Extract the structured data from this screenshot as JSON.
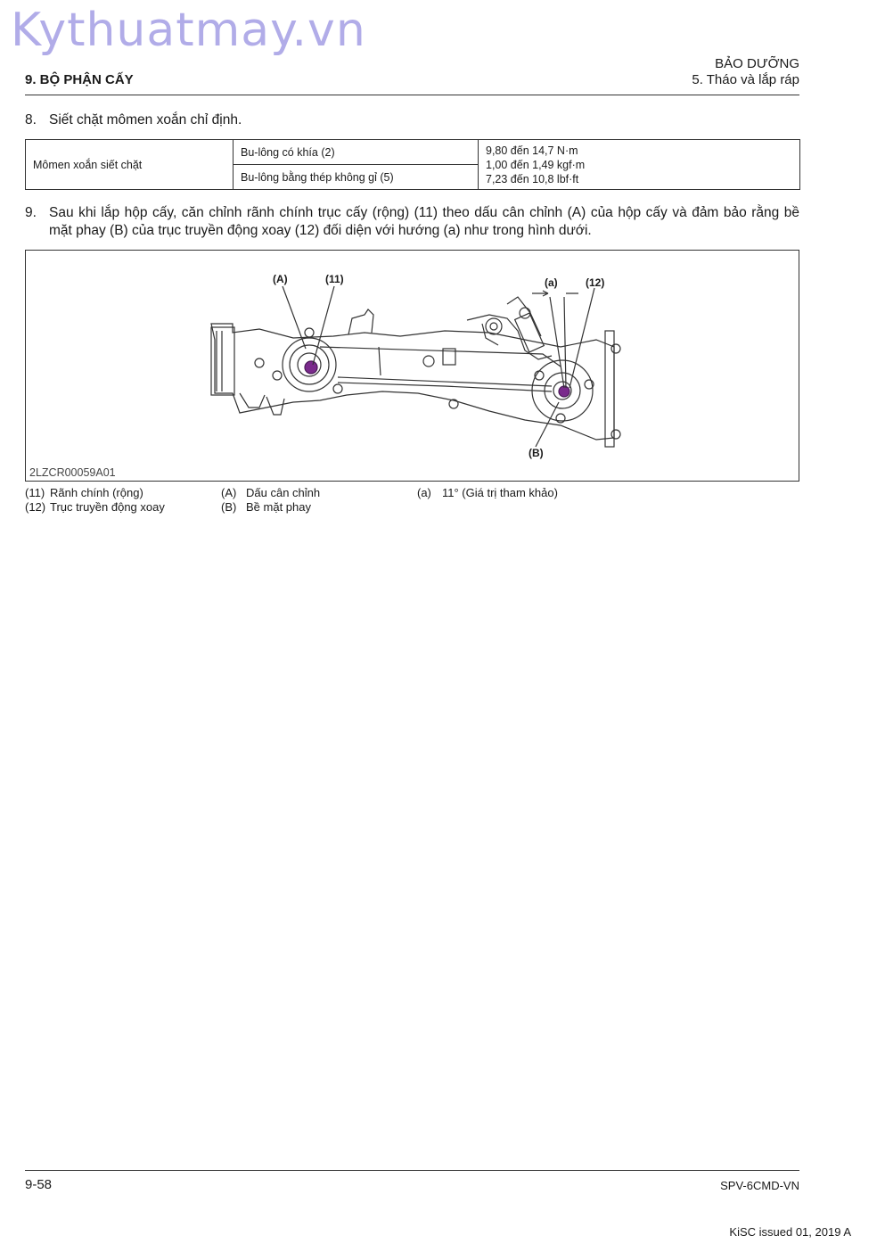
{
  "watermark": "Kythuatmay.vn",
  "header": {
    "section": "9. BỘ PHẬN CẤY",
    "chapter": "BẢO DƯỠNG",
    "subchapter": "5. Tháo và lắp ráp"
  },
  "step8": {
    "num": "8.",
    "text": "Siết chặt mômen xoắn chỉ định."
  },
  "torque_table": {
    "label": "Mômen xoắn siết chặt",
    "rows": [
      "Bu-lông có khía (2)",
      "Bu-lông bằng thép không gỉ (5)"
    ],
    "values": [
      "9,80 đến 14,7 N·m",
      "1,00 đến 1,49 kgf·m",
      "7,23 đến 10,8 lbf·ft"
    ]
  },
  "step9": {
    "num": "9.",
    "text": "Sau khi lắp hộp cấy, căn chỉnh rãnh chính trục cấy (rộng) (11) theo dấu cân chỉnh (A) của hộp cấy và đảm bảo rằng bề mặt phay (B) của trục truyền động xoay (12) đối diện với hướng (a) như trong hình dưới."
  },
  "figure": {
    "code": "2LZCR00059A01",
    "callouts": {
      "A": "(A)",
      "n11": "(11)",
      "a": "(a)",
      "n12": "(12)",
      "B": "(B)"
    }
  },
  "legend": {
    "col1": [
      {
        "k": "(11)",
        "v": "Rãnh chính (rộng)"
      },
      {
        "k": "(12)",
        "v": "Trục truyền động xoay"
      }
    ],
    "col2": [
      {
        "k": "(A)",
        "v": "Dấu cân chỉnh"
      },
      {
        "k": "(B)",
        "v": "Bề mặt phay"
      }
    ],
    "col3": [
      {
        "k": "(a)",
        "v": "11° (Giá trị tham khảo)"
      }
    ]
  },
  "footer": {
    "page": "9-58",
    "doc": "SPV-6CMD-VN",
    "issue": "KiSC issued 01, 2019 A"
  },
  "colors": {
    "accent_dot": "#7a2a8c",
    "watermark": "#a9a4e6"
  }
}
